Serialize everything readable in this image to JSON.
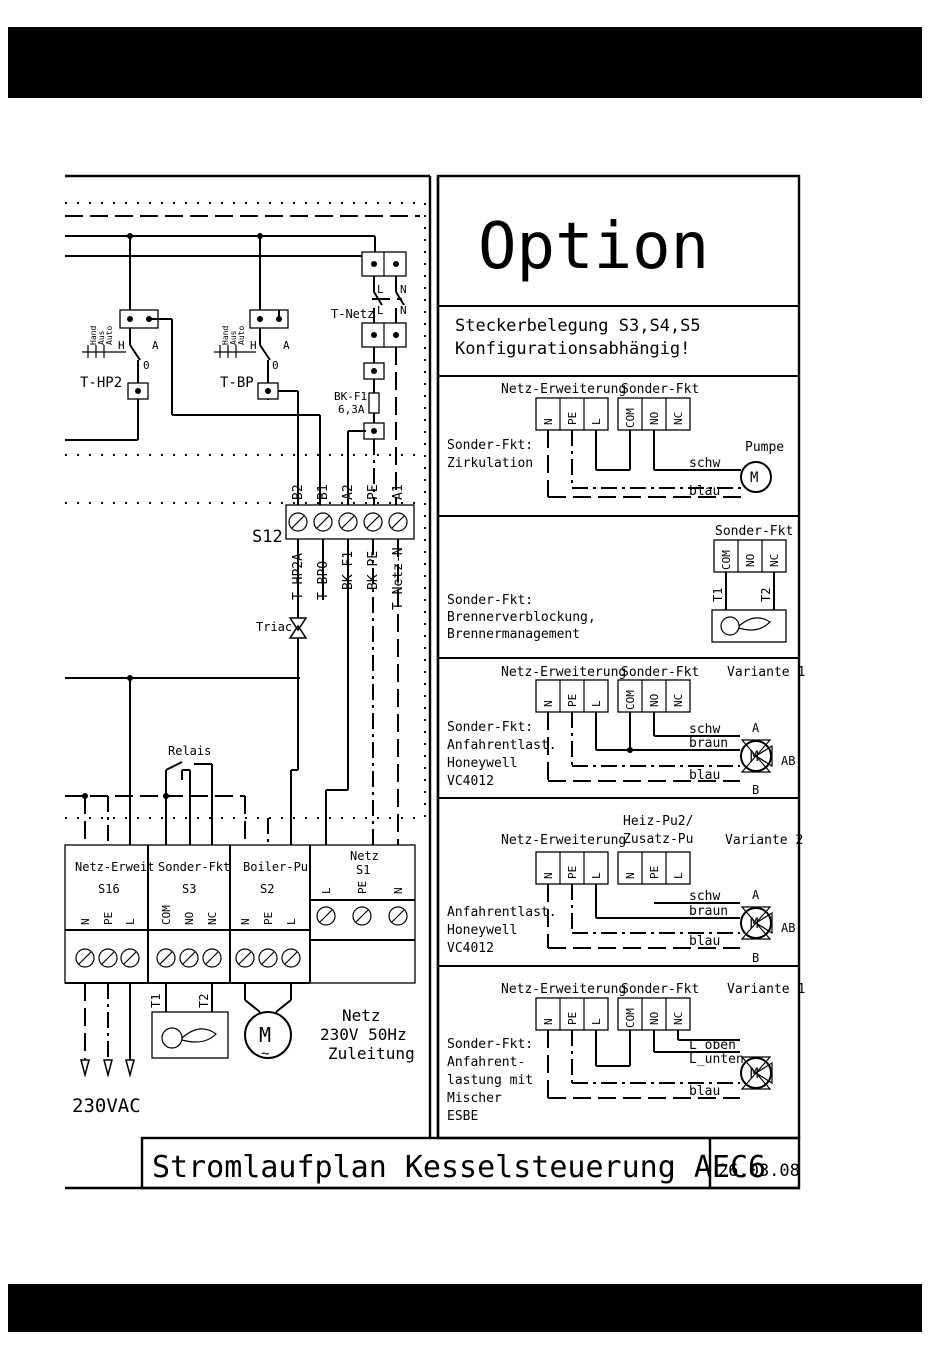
{
  "title_block": {
    "title": "Stromlaufplan Kesselsteuerung AEC6",
    "date": "26.03.08"
  },
  "option": {
    "heading": "Option",
    "line1": "Steckerbelegung S3,S4,S5",
    "line2": "Konfigurationsabhängig!"
  },
  "left": {
    "thp2": "T-HP2",
    "tbp": "T-BP",
    "tnetz": "T-Netz",
    "switch_hand": "Hand",
    "switch_aus": "Aus",
    "switch_auto": "Auto",
    "h": "H",
    "a": "A",
    "o": "0",
    "l": "L",
    "n": "N",
    "bkf1": "BK-F1",
    "fuse": "6,3A",
    "s12": "S12",
    "s12_top": [
      "B2",
      "B1",
      "A2",
      "PE",
      "A1"
    ],
    "s12_bottom": [
      "T-HP2A",
      "T-BPO",
      "BK-F1",
      "BK-PE",
      "T-Netz-N"
    ],
    "triac": "Triac",
    "relais": "Relais",
    "strip": [
      {
        "name": "Netz-Erweit",
        "id": "S16",
        "pins": [
          "N",
          "PE",
          "L"
        ]
      },
      {
        "name": "Sonder-Fkt",
        "id": "S3",
        "pins": [
          "COM",
          "NO",
          "NC"
        ]
      },
      {
        "name": "Boiler-Pu",
        "id": "S2",
        "pins": [
          "N",
          "PE",
          "L"
        ]
      },
      {
        "name": "Netz",
        "id": "S1",
        "pins": [
          "L",
          "PE",
          "N"
        ]
      }
    ],
    "t1": "T1",
    "t2": "T2",
    "supply1": "Netz",
    "supply2": "230V 50Hz",
    "supply3": "Zuleitung",
    "vac": "230VAC"
  },
  "panels": {
    "netz_erweiterung": "Netz-Erweiterung",
    "sonder_fkt": "Sonder-Fkt",
    "pins_nel": [
      "N",
      "PE",
      "L"
    ],
    "pins_com": [
      "COM",
      "NO",
      "NC"
    ],
    "schw": "schw",
    "braun": "braun",
    "blau": "blau",
    "a": "A",
    "ab": "AB",
    "b": "B",
    "p1": {
      "label1": "Sonder-Fkt:",
      "label2": "Zirkulation",
      "pumpe": "Pumpe"
    },
    "p2": {
      "label1": "Sonder-Fkt:",
      "label2": "Brennerverblockung,",
      "label3": "Brennermanagement",
      "t1": "T1",
      "t2": "T2"
    },
    "p3": {
      "variant": "Variante 1",
      "label1": "Sonder-Fkt:",
      "label2": "Anfahrentlast.",
      "label3": "Honeywell",
      "label4": "VC4012"
    },
    "p4": {
      "variant": "Variante 2",
      "heiz1": "Heiz-Pu2/",
      "heiz2": "Zusatz-Pu",
      "label1": "Anfahrentlast.",
      "label2": "Honeywell",
      "label3": "VC4012"
    },
    "p5": {
      "variant": "Variante 1",
      "label1": "Sonder-Fkt:",
      "label2": "Anfahrent-",
      "label3": "lastung mit",
      "label4": "Mischer",
      "label5": "ESBE",
      "oben": "L_oben",
      "unten": "L_unten"
    }
  }
}
